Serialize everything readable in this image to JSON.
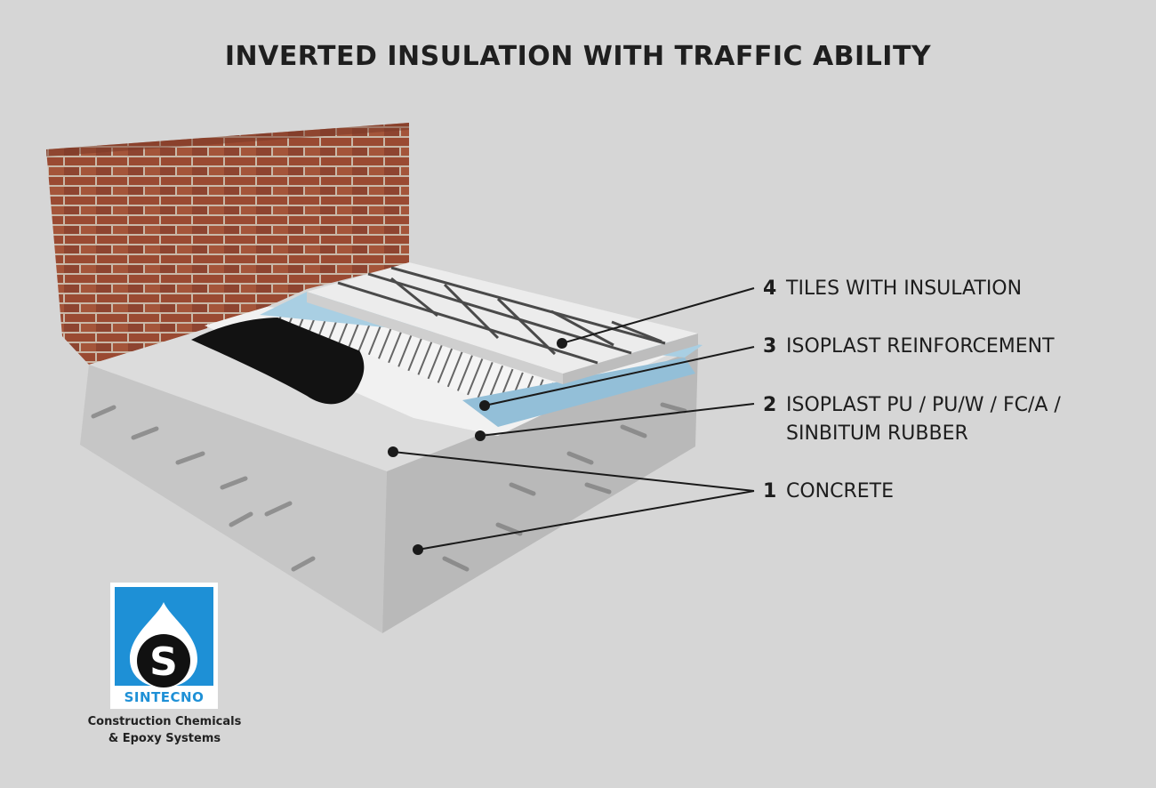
{
  "title": "INVERTED INSULATION WITH TRAFFIC ABILITY",
  "layers": [
    {
      "number": "4",
      "text": "TILES WITH INSULATION"
    },
    {
      "number": "3",
      "text": "ISOPLAST REINFORCEMENT"
    },
    {
      "number": "2",
      "text": "ISOPLAST PU / PU/W / FC/A /",
      "text2": "SINBITUM RUBBER"
    },
    {
      "number": "1",
      "text": "CONCRETE"
    }
  ],
  "logo": {
    "name": "SINTECNO",
    "letter": "S",
    "tagline_line1": "Construction Chemicals",
    "tagline_line2": "& Epoxy Systems",
    "colors": {
      "blue": "#1e90d6",
      "black": "#111111",
      "white": "#ffffff"
    }
  },
  "colors": {
    "background": "#d6d6d6",
    "brick": "#9a4a32",
    "mortar": "#c9b8a8",
    "concrete_top": "#dcdcdc",
    "concrete_front": "#c6c6c6",
    "concrete_side": "#b9b9b9",
    "insulation": "#a9cfe3",
    "tiles": "#e9e9e9",
    "membrane": "#121212",
    "leader": "#1a1a1a"
  }
}
